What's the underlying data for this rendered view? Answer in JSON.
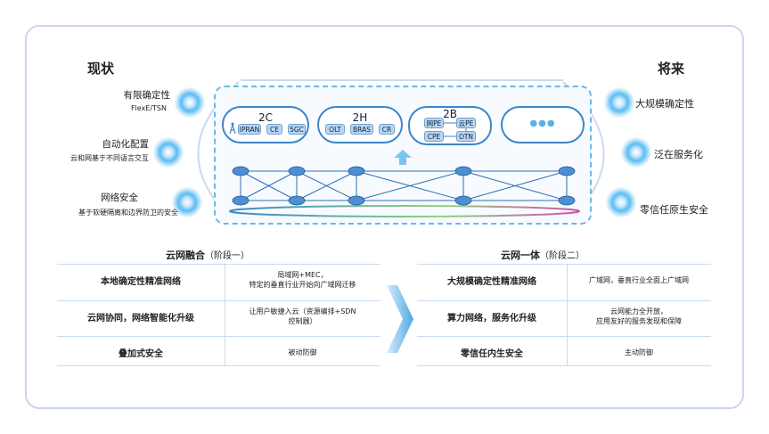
{
  "left_heading": "现状",
  "right_heading": "将来",
  "left_features": [
    {
      "title": "有限确定性",
      "subtitle": "FlexE/TSN"
    },
    {
      "title": "自动化配置",
      "subtitle": "云和网基于不同语言交互"
    },
    {
      "title": "网络安全",
      "subtitle": "基于软硬隔离和边界防卫的安全"
    }
  ],
  "right_features": [
    {
      "title": "大规模确定性"
    },
    {
      "title": "泛在服务化"
    },
    {
      "title": "零信任原生安全"
    }
  ],
  "scenarios": [
    {
      "title": "2C",
      "chips": [
        "IPRAN",
        "CE",
        "5GC"
      ]
    },
    {
      "title": "2H",
      "chips": [
        "OLT",
        "BRAS",
        "CR"
      ]
    },
    {
      "title": "2B",
      "chips": [
        "网PE",
        "云PE",
        "CPE",
        "OTN"
      ]
    },
    {
      "title": "●●●"
    }
  ],
  "phase1": {
    "title": "云网融合",
    "phase": "（阶段一）",
    "rows": [
      {
        "left": "本地确定性精准网络",
        "right": "局域网+MEC，\n特定的垂直行业开始向广域网迁移"
      },
      {
        "left": "云网协同，网络智能化升级",
        "right": "让用户敏捷入云（资源编排+SDN\n控制器）"
      },
      {
        "left": "叠加式安全",
        "right": "被动防御"
      }
    ]
  },
  "phase2": {
    "title": "云网一体",
    "phase": "（阶段二）",
    "rows": [
      {
        "left": "大规模确定性精准网络",
        "right": "广域网，垂直行业全面上广域网"
      },
      {
        "left": "算力网络，服务化升级",
        "right": "云网能力全开放，\n应用友好的服务发现和保障"
      },
      {
        "left": "零信任内生安全",
        "right": "主动防御"
      }
    ]
  },
  "colors": {
    "accent": "#3c86c8",
    "frame": "#c9d6ef",
    "dash": "#6bb9e6",
    "chip": "#b8d6f5",
    "arrow": "#5ab0e8"
  }
}
